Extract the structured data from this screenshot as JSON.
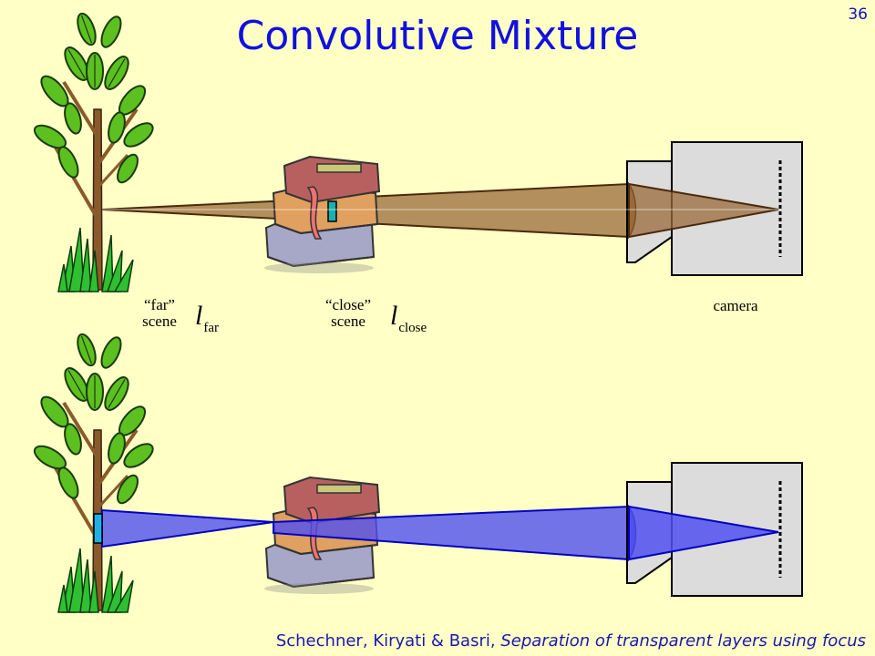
{
  "slide": {
    "title": "Convolutive Mixture",
    "page_number": "36"
  },
  "labels": {
    "far_scene_line1": "“far”",
    "far_scene_line2": "scene",
    "far_symbol": "l",
    "far_symbol_sub": "far",
    "close_scene_line1": "“close”",
    "close_scene_line2": "scene",
    "close_symbol": "l",
    "close_symbol_sub": "close",
    "camera": "camera"
  },
  "citation": {
    "authors": "Schechner, Kiryati & Basri,",
    "title": "Separation of transparent layers using focus"
  },
  "colors": {
    "background": "#FFFFC6",
    "title": "#1010E0",
    "brown_beam": "#9A6A3A",
    "blue_beam": "#5050F0",
    "camera_body": "#DCDCDC",
    "marker_teal": "#18B0B0",
    "marker_cyan": "#20B0E8"
  },
  "icons": [
    "tree-icon",
    "books-icon",
    "camera-icon",
    "lens-icon",
    "sensor-icon"
  ]
}
